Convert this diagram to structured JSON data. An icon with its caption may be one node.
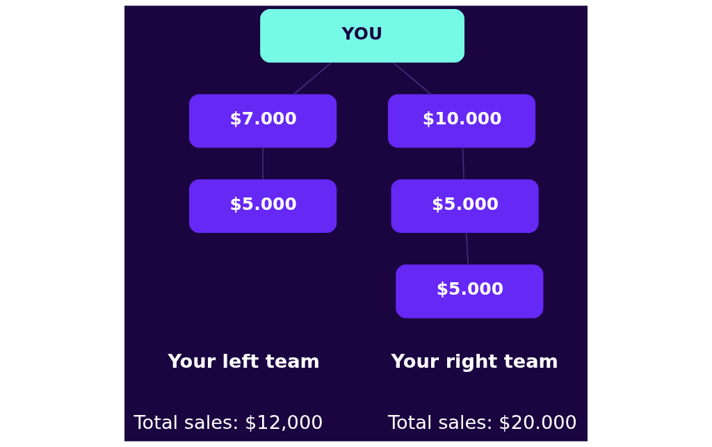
{
  "diagram": {
    "nodes": [
      {
        "text": [
          "YOU"
        ]
      },
      {
        "text": [
          "$7.000"
        ]
      },
      {
        "text": [
          "$10.000"
        ]
      },
      {
        "text": [
          "$5.000"
        ]
      },
      {
        "text": [
          "$5.000"
        ]
      },
      {
        "text": [
          "$5.000"
        ]
      }
    ],
    "edges": [
      {
        "from": 0,
        "to": 1,
        "arrow": "none"
      },
      {
        "from": 0,
        "to": 2,
        "arrow": "none"
      },
      {
        "from": 1,
        "to": 3,
        "arrow": "none"
      },
      {
        "from": 2,
        "to": 4,
        "arrow": "none"
      },
      {
        "from": 4,
        "to": 5,
        "arrow": "none"
      }
    ],
    "labels": [
      "Your left team",
      "Your right team",
      "Total sales: $12,000",
      "Total sales: $20.000"
    ]
  }
}
